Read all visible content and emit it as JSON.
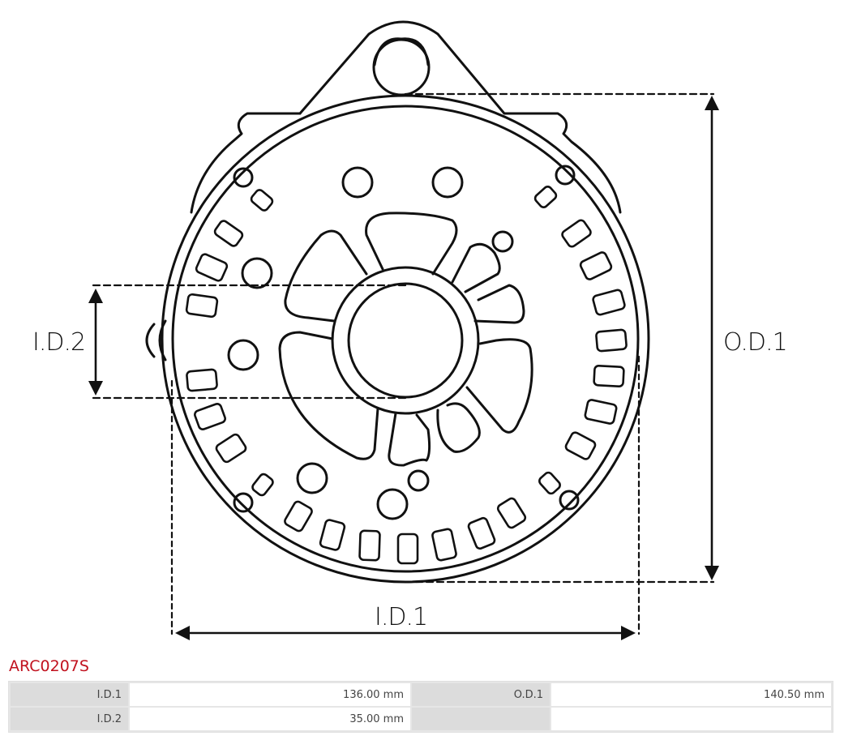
{
  "drawing": {
    "dimension_labels": {
      "id2": "I.D.2",
      "od1": "O.D.1",
      "id1": "I.D.1"
    },
    "colors": {
      "stroke": "#111111",
      "background": "#ffffff"
    }
  },
  "part": {
    "code": "ARC0207S",
    "code_color": "#c1121f"
  },
  "specs": {
    "rows": [
      {
        "label1": "I.D.1",
        "value1": "136.00 mm",
        "label2": "O.D.1",
        "value2": "140.50 mm"
      },
      {
        "label1": "I.D.2",
        "value1": "35.00 mm",
        "label2": "",
        "value2": ""
      }
    ]
  }
}
